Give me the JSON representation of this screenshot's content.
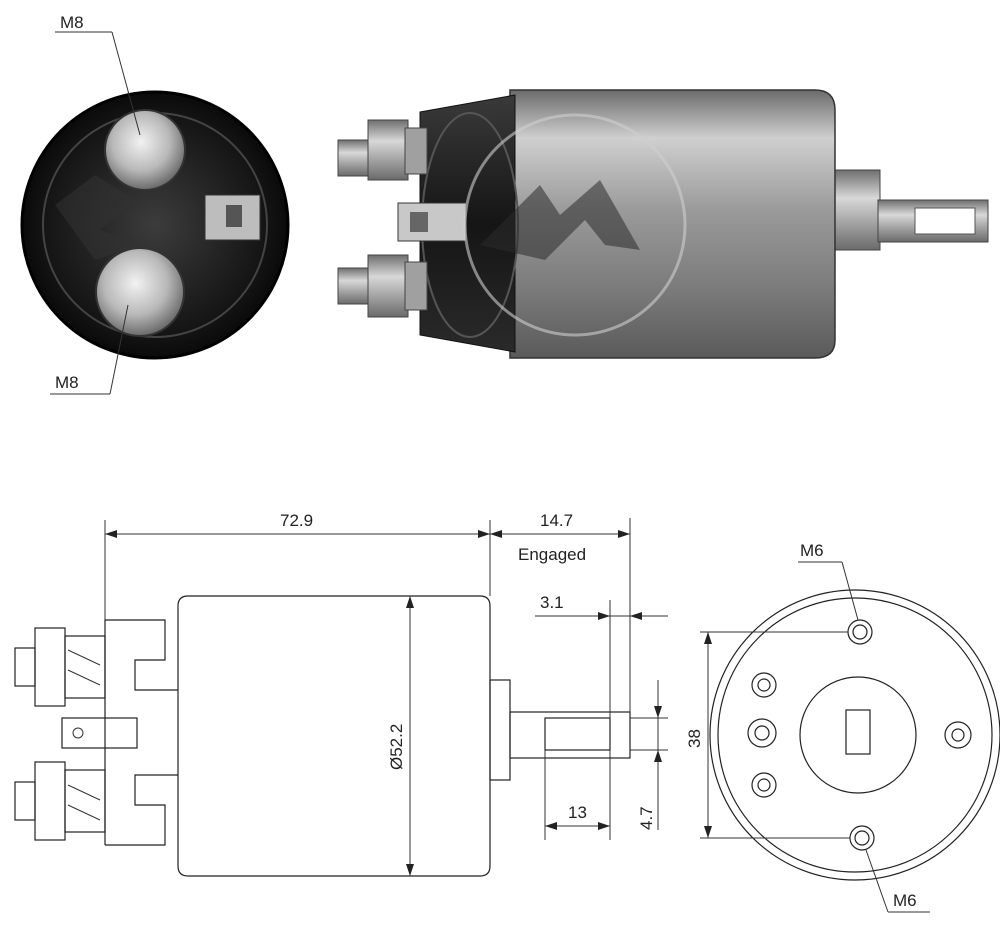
{
  "photo_labels": {
    "top_thread": "M8",
    "bottom_thread": "M8"
  },
  "drawing": {
    "body_length": "72.9",
    "stroke": "14.7",
    "stroke_state": "Engaged",
    "plunger_offset": "3.1",
    "plunger_length": "13",
    "slot_width": "4.7",
    "body_diameter": "Ø52.2",
    "mount_spacing": "38",
    "mount_thread_top": "M6",
    "mount_thread_bottom": "M6"
  },
  "colors": {
    "line": "#222222",
    "body_dark": "#1e1e1e",
    "can_metal": "#8a8a8a"
  }
}
